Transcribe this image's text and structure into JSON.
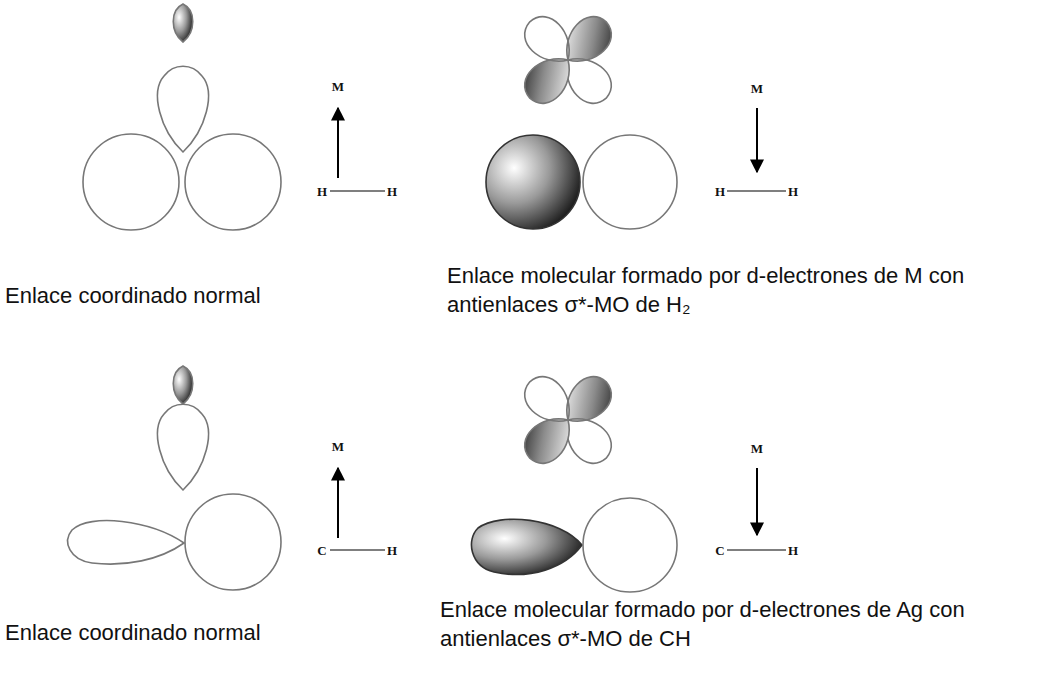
{
  "diagram": {
    "labels": [
      "M",
      "H",
      "H",
      "M",
      "H",
      "H",
      "M",
      "C",
      "H",
      "M",
      "C",
      "H",
      "Enlace coordinado normal",
      "Enlace molecular formado por d-electrones de M con antienlaces σ*-MO de H₂",
      "Enlace coordinado normal",
      "Enlace molecular formado por d-electrones de Ag con antienlaces σ*-MO de CH"
    ]
  }
}
